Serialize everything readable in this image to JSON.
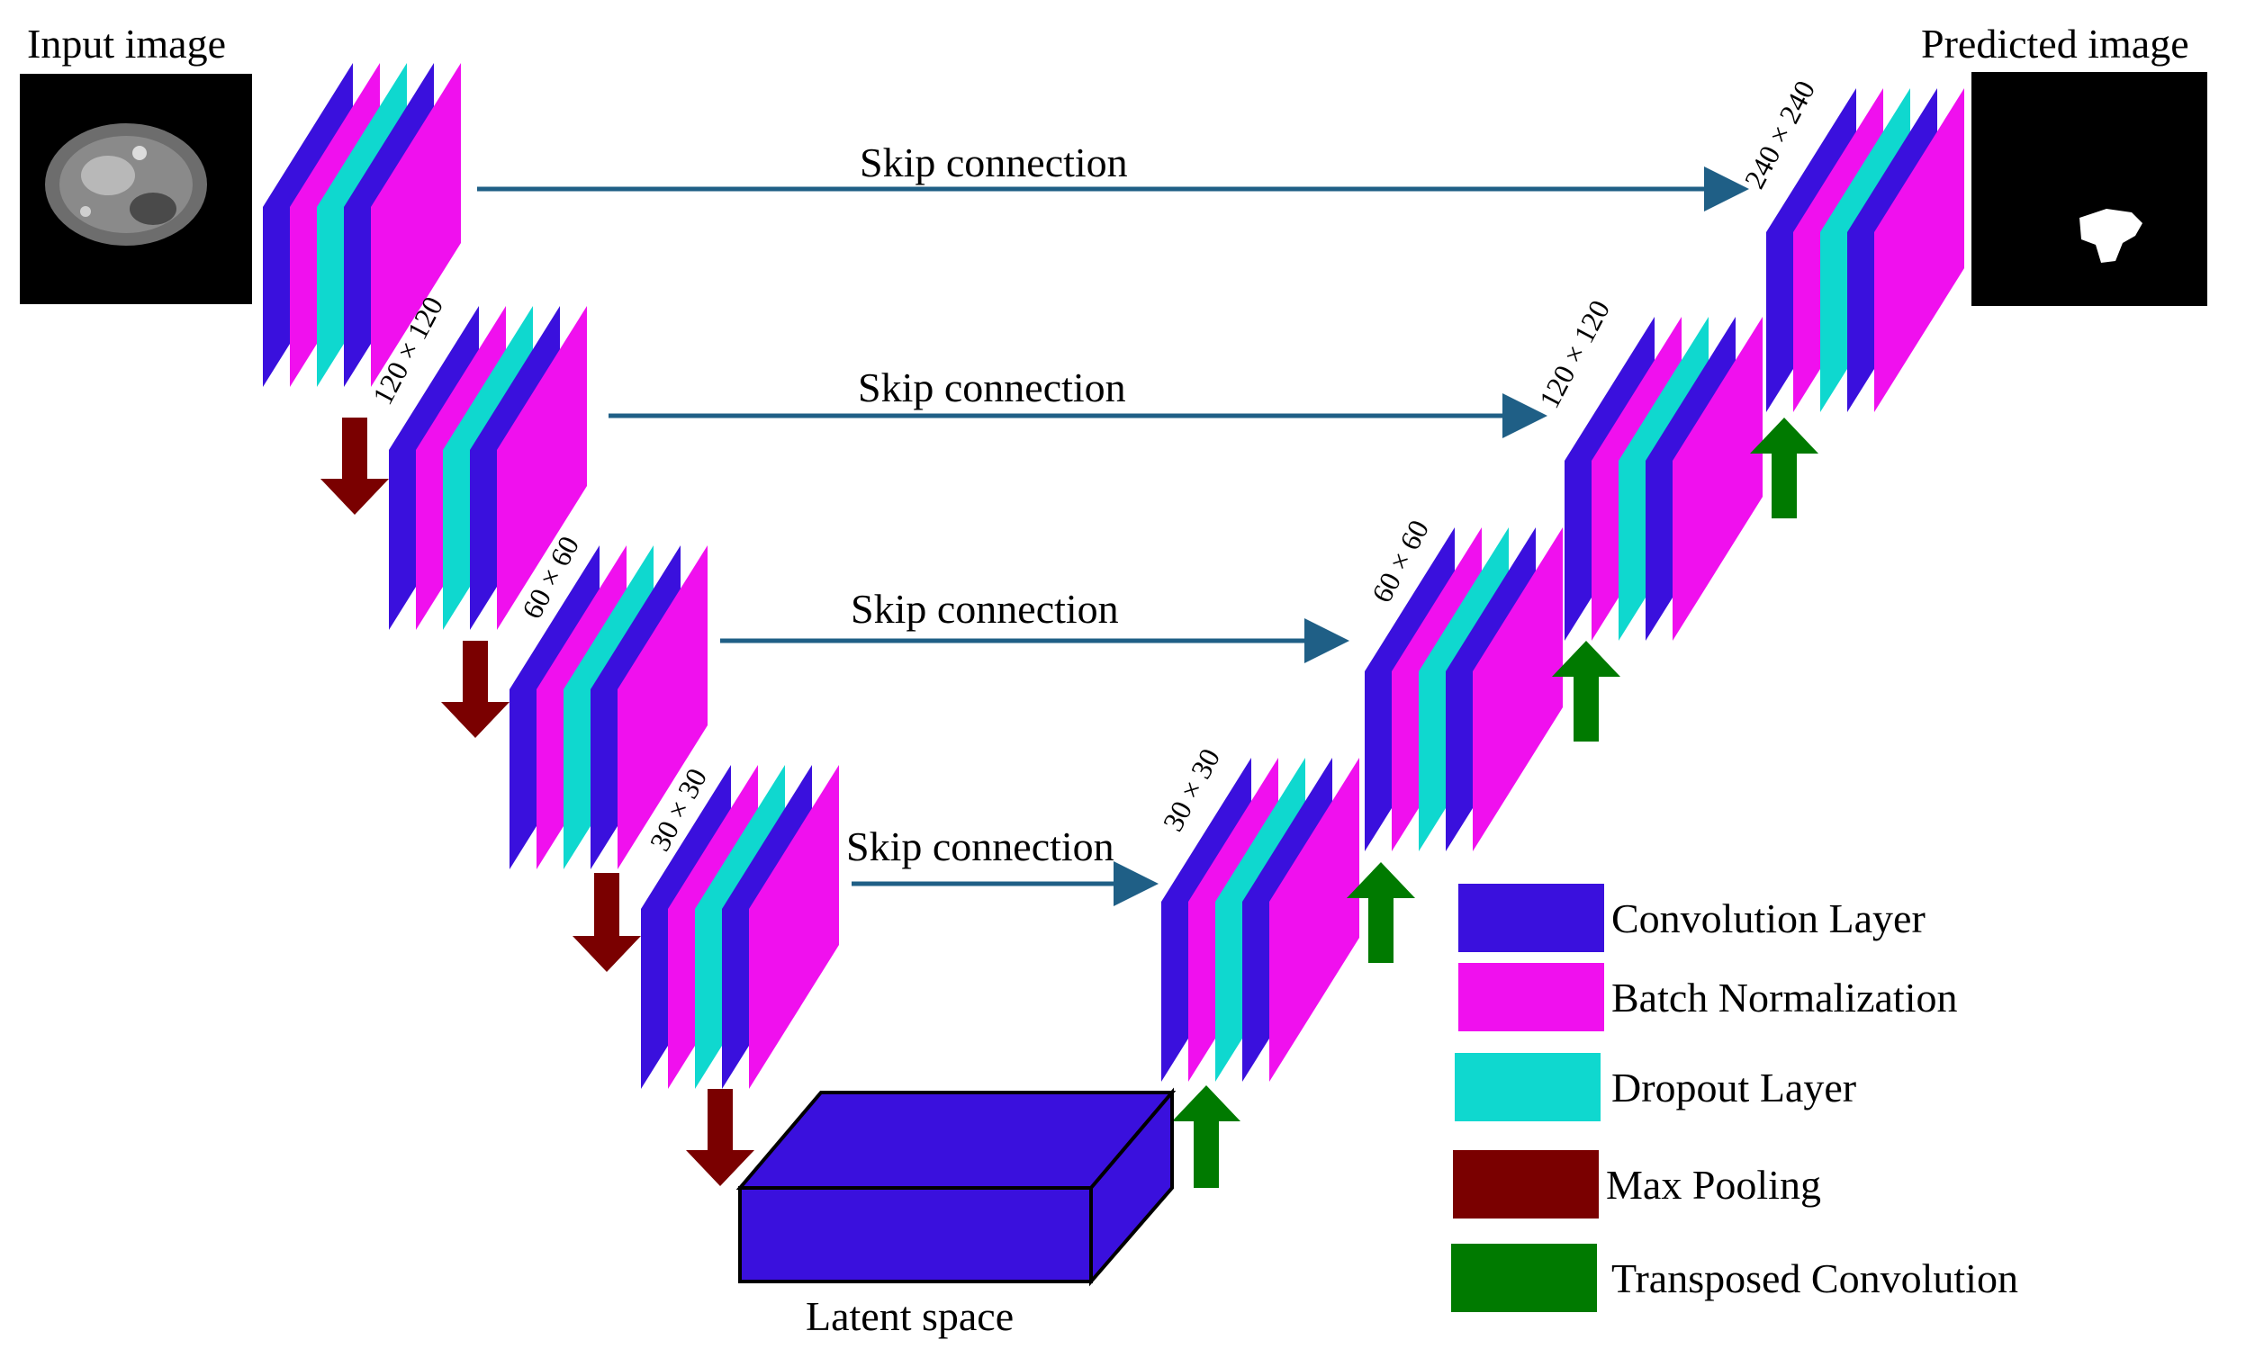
{
  "title_input": "Input image",
  "title_output": "Predicted image",
  "skip_label": "Skip connection",
  "latent_label": "Latent space",
  "dims": {
    "d1": "120 × 120",
    "d2": "60 × 60",
    "d3": "30 × 30",
    "u1": "30 × 30",
    "u2": "60 × 60",
    "u3": "120 × 120",
    "u4": "240 × 240"
  },
  "legend": [
    {
      "label": "Convolution Layer",
      "color": "#3a10dd"
    },
    {
      "label": "Batch Normalization",
      "color": "#f010ee"
    },
    {
      "label": "Dropout Layer",
      "color": "#0fd8cf"
    },
    {
      "label": "Max Pooling",
      "color": "#7a0000"
    },
    {
      "label": "Transposed Convolution",
      "color": "#007a00"
    }
  ],
  "colors": {
    "conv": "#3a10dd",
    "batchnorm": "#f010ee",
    "dropout": "#0fd8cf",
    "maxpool": "#7a0000",
    "transposed": "#007a00",
    "skip": "#1f5f86"
  }
}
